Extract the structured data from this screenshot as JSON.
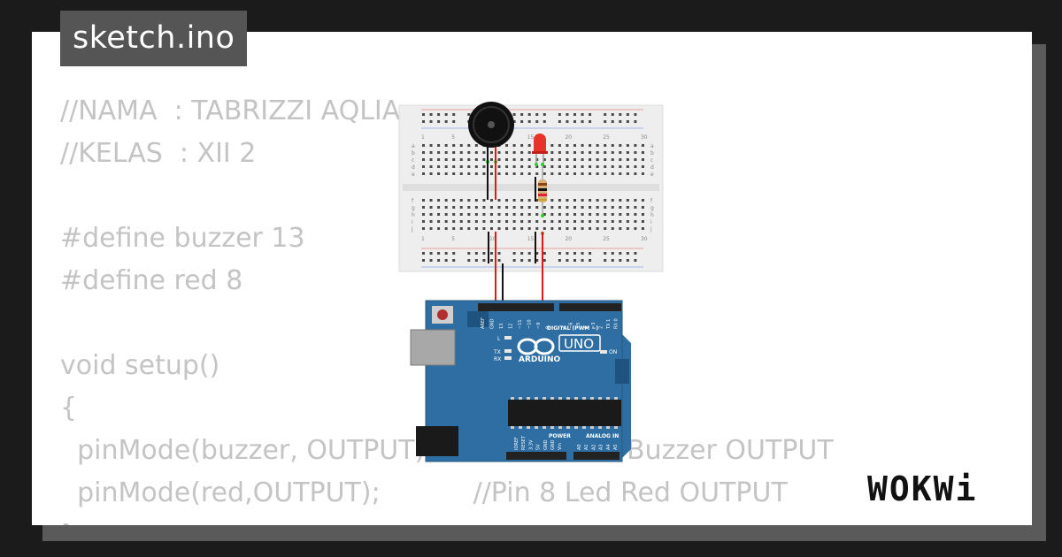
{
  "tab": {
    "title": "sketch.ino"
  },
  "code_lines": [
    "//NAMA  : TABRIZZI AQLIA",
    "//KELAS  : XII 2",
    "",
    "#define buzzer 13",
    "#define red 8",
    "",
    "void setup()",
    "{",
    "  pinMode(buzzer, OUTPUT);          //Pin 13 Buzzer OUTPUT",
    "  pinMode(red,OUTPUT);           //Pin 8 Led Red OUTPUT",
    "}"
  ],
  "breadboard": {
    "col_numbers": [
      "1",
      "5",
      "10",
      "15",
      "20",
      "25",
      "30"
    ],
    "row_letters_top": [
      "a",
      "b",
      "c",
      "d",
      "e"
    ],
    "row_letters_bottom": [
      "f",
      "g",
      "h",
      "i",
      "j"
    ]
  },
  "arduino": {
    "logo_text": "ARDUINO",
    "model": "UNO",
    "digital_label": "DIGITAL (PWM ~)",
    "power_label": "POWER",
    "analog_label": "ANALOG IN",
    "on_label": "ON",
    "l_label": "L",
    "tx_label": "TX",
    "rx_label": "RX",
    "pins_digital": [
      "AREF",
      "GND",
      "13",
      "12",
      "~11",
      "~10",
      "~9",
      "8",
      "7",
      "~6",
      "~5",
      "4",
      "~3",
      "2",
      "TX 1",
      "RX 0"
    ],
    "pins_power": [
      "IOREF",
      "RESET",
      "3.3V",
      "5V",
      "GND",
      "GND",
      "Vin"
    ],
    "pins_analog": [
      "A0",
      "A1",
      "A2",
      "A3",
      "A4",
      "A5"
    ]
  },
  "brand": {
    "logo": "WOKWi"
  },
  "colors": {
    "background": "#1b1b1b",
    "card": "#ffffff",
    "code_text": "#c4c4c4",
    "tab_bg": "#555555",
    "arduino_board": "#2f6ea3",
    "wire_red": "#e0191b",
    "wire_black": "#111111"
  }
}
